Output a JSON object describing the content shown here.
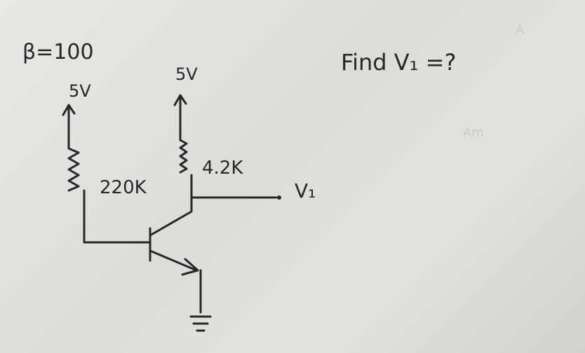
{
  "beta_label": "β=100",
  "question": "Find V₁ =?",
  "left_supply": "5V",
  "right_supply": "5V",
  "base_resistor": "220K",
  "collector_resistor": "4.2K",
  "output_label": "V₁",
  "bleed_through": [
    "A",
    "Am"
  ],
  "colors": {
    "ink": "#26272b",
    "paper": "#e4e2de"
  }
}
